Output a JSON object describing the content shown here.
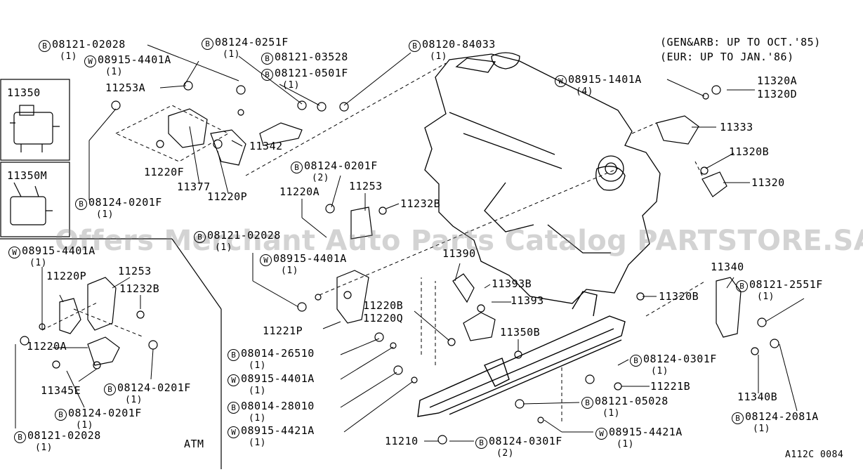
{
  "header_note": [
    "(GEN&ARB: UP TO OCT.'85)",
    "(EUR: UP TO JAN.'86)"
  ],
  "watermark": "Offers Merchant Auto Parts Catalog PARTSTORE.SA",
  "inset_top": {
    "label": "11350"
  },
  "inset_bottom": {
    "label": "11350M"
  },
  "atm_label": "ATM",
  "diagram_code": "A112C 0084",
  "callouts": [
    {
      "id": "c1",
      "symbol": "B",
      "part": "08121-02028",
      "qty": "(1)"
    },
    {
      "id": "c2",
      "symbol": "W",
      "part": "08915-4401A",
      "qty": "(1)"
    },
    {
      "id": "c3",
      "symbol": "B",
      "part": "08124-0251F",
      "qty": "(1)"
    },
    {
      "id": "c4",
      "symbol": "B",
      "part": "08121-03528",
      "qty": ""
    },
    {
      "id": "c5",
      "symbol": "B",
      "part": "08121-0501F",
      "qty": "(1)"
    },
    {
      "id": "c6",
      "symbol": "B",
      "part": "08120-84033",
      "qty": "(1)"
    },
    {
      "id": "c7",
      "symbol": "",
      "part": "11253A",
      "qty": ""
    },
    {
      "id": "c8",
      "symbol": "",
      "part": "11342",
      "qty": ""
    },
    {
      "id": "c9",
      "symbol": "",
      "part": "11220F",
      "qty": ""
    },
    {
      "id": "c10",
      "symbol": "",
      "part": "11377",
      "qty": ""
    },
    {
      "id": "c11",
      "symbol": "",
      "part": "11220P",
      "qty": ""
    },
    {
      "id": "c12",
      "symbol": "B",
      "part": "08124-0201F",
      "qty": "(1)"
    },
    {
      "id": "c13",
      "symbol": "W",
      "part": "08915-1401A",
      "qty": "(4)"
    },
    {
      "id": "c14",
      "symbol": "",
      "part": "11320A",
      "qty": ""
    },
    {
      "id": "c15",
      "symbol": "",
      "part": "11320D",
      "qty": ""
    },
    {
      "id": "c16",
      "symbol": "",
      "part": "11333",
      "qty": ""
    },
    {
      "id": "c17",
      "symbol": "",
      "part": "11320B",
      "qty": ""
    },
    {
      "id": "c18",
      "symbol": "",
      "part": "11320",
      "qty": ""
    },
    {
      "id": "c19",
      "symbol": "B",
      "part": "08124-0201F",
      "qty": "(2)"
    },
    {
      "id": "c20",
      "symbol": "",
      "part": "11220A",
      "qty": ""
    },
    {
      "id": "c21",
      "symbol": "",
      "part": "11253",
      "qty": ""
    },
    {
      "id": "c22",
      "symbol": "",
      "part": "11232B",
      "qty": ""
    },
    {
      "id": "c23",
      "symbol": "B",
      "part": "08121-02028",
      "qty": "(1)"
    },
    {
      "id": "c24",
      "symbol": "W",
      "part": "08915-4401A",
      "qty": "(1)"
    },
    {
      "id": "c25",
      "symbol": "",
      "part": "11390",
      "qty": ""
    },
    {
      "id": "c26",
      "symbol": "",
      "part": "11393B",
      "qty": ""
    },
    {
      "id": "c27",
      "symbol": "",
      "part": "11393",
      "qty": ""
    },
    {
      "id": "c28",
      "symbol": "",
      "part": "11340",
      "qty": ""
    },
    {
      "id": "c29",
      "symbol": "B",
      "part": "08121-2551F",
      "qty": "(1)"
    },
    {
      "id": "c30",
      "symbol": "",
      "part": "11320B",
      "qty": ""
    },
    {
      "id": "c31",
      "symbol": "",
      "part": "11221P",
      "qty": ""
    },
    {
      "id": "c32",
      "symbol": "",
      "part": "11220B",
      "qty": ""
    },
    {
      "id": "c33",
      "symbol": "",
      "part": "11220Q",
      "qty": ""
    },
    {
      "id": "c34",
      "symbol": "",
      "part": "11350B",
      "qty": ""
    },
    {
      "id": "c35",
      "symbol": "W",
      "part": "08915-4401A",
      "qty": "(1)"
    },
    {
      "id": "c36",
      "symbol": "",
      "part": "11220P",
      "qty": ""
    },
    {
      "id": "c37",
      "symbol": "",
      "part": "11253",
      "qty": ""
    },
    {
      "id": "c38",
      "symbol": "",
      "part": "11232B",
      "qty": ""
    },
    {
      "id": "c39",
      "symbol": "",
      "part": "11220A",
      "qty": ""
    },
    {
      "id": "c40",
      "symbol": "",
      "part": "11345E",
      "qty": ""
    },
    {
      "id": "c41",
      "symbol": "B",
      "part": "08124-0201F",
      "qty": "(1)"
    },
    {
      "id": "c42",
      "symbol": "B",
      "part": "08124-0201F",
      "qty": "(1)"
    },
    {
      "id": "c43",
      "symbol": "B",
      "part": "08121-02028",
      "qty": "(1)"
    },
    {
      "id": "c44",
      "symbol": "B",
      "part": "08014-26510",
      "qty": "(1)"
    },
    {
      "id": "c45",
      "symbol": "W",
      "part": "08915-4401A",
      "qty": "(1)"
    },
    {
      "id": "c46",
      "symbol": "B",
      "part": "08014-28010",
      "qty": "(1)"
    },
    {
      "id": "c47",
      "symbol": "W",
      "part": "08915-4421A",
      "qty": "(1)"
    },
    {
      "id": "c48",
      "symbol": "",
      "part": "11210",
      "qty": ""
    },
    {
      "id": "c49",
      "symbol": "B",
      "part": "08124-0301F",
      "qty": "(2)"
    },
    {
      "id": "c50",
      "symbol": "W",
      "part": "08915-4421A",
      "qty": "(1)"
    },
    {
      "id": "c51",
      "symbol": "B",
      "part": "08121-05028",
      "qty": "(1)"
    },
    {
      "id": "c52",
      "symbol": "",
      "part": "11221B",
      "qty": ""
    },
    {
      "id": "c53",
      "symbol": "B",
      "part": "08124-0301F",
      "qty": "(1)"
    },
    {
      "id": "c54",
      "symbol": "",
      "part": "11340B",
      "qty": ""
    },
    {
      "id": "c55",
      "symbol": "B",
      "part": "08124-2081A",
      "qty": "(1)"
    }
  ]
}
